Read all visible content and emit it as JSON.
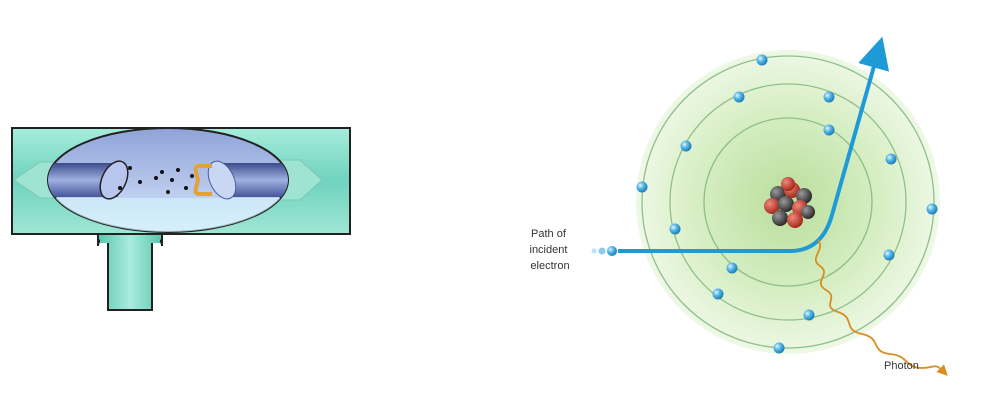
{
  "left_diagram": {
    "components": [
      "tube",
      "stem",
      "magnified-view",
      "filament-cathode",
      "target-anode",
      "electrons",
      "electron-path"
    ]
  },
  "right_diagram": {
    "labels": {
      "path_line1": "Path of",
      "path_line2": "incident",
      "path_line3": "electron",
      "photon": "Photon"
    }
  },
  "colors": {
    "tube": "#7fd9c6",
    "tube_outline": "#222222",
    "halo": "#d7ecc0",
    "orbit": "#8fbf8a",
    "electron": "#3aa6dc",
    "electron_path": "#1e9ad6",
    "photon": "#d98e1f",
    "nucleus_red": "#c0392b",
    "nucleus_grey": "#4d4d4d"
  }
}
